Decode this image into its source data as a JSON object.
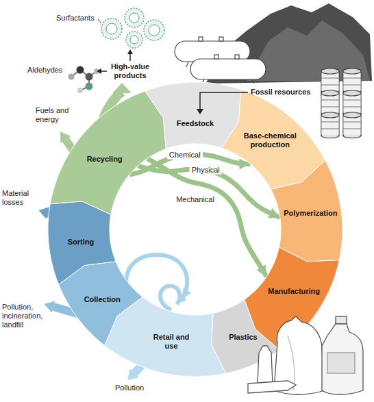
{
  "diagram": {
    "nodes": [
      {
        "text": [
          "Feedstock"
        ]
      },
      {
        "text": [
          "Base-chemical production"
        ]
      },
      {
        "text": [
          "Polymerization"
        ]
      },
      {
        "text": [
          "Manufacturing"
        ]
      },
      {
        "text": [
          "Plastics"
        ]
      },
      {
        "text": [
          "Retail and use"
        ]
      },
      {
        "text": [
          "Collection"
        ]
      },
      {
        "text": [
          "Sorting"
        ]
      },
      {
        "text": [
          "Recycling"
        ]
      }
    ],
    "edges": [
      {
        "from": 8,
        "to": 1,
        "label": "Chemical",
        "arrow": "to"
      },
      {
        "from": 8,
        "to": 2,
        "label": "Physical",
        "arrow": "to"
      },
      {
        "from": 8,
        "to": 3,
        "label": "Mechanical",
        "arrow": "to"
      }
    ],
    "labels": [
      "Surfactants",
      "Aldehydes",
      "High-value products",
      "Fossil resources",
      "Fuels and energy",
      "Material losses",
      "Pollution, incineration, landfill",
      "Pollution"
    ]
  }
}
